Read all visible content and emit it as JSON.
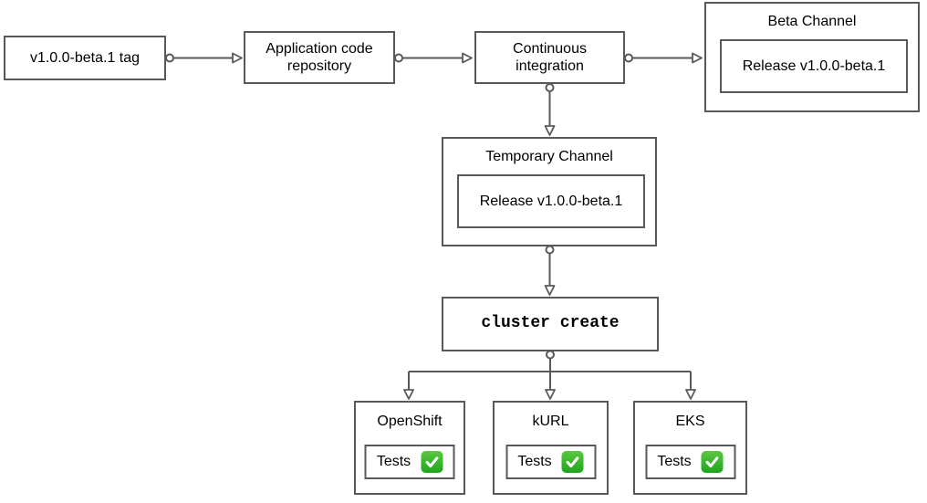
{
  "colors": {
    "stroke": "#595959",
    "text": "#000000",
    "background": "#ffffff",
    "check_green_top": "#5bc940",
    "check_green_bottom": "#1fa41f",
    "check_mark": "#ffffff"
  },
  "icons": {
    "status_check": "✅"
  },
  "nodes": {
    "tag": {
      "label": "v1.0.0-beta.1 tag"
    },
    "repo": {
      "label": "Application code repository"
    },
    "ci": {
      "label": "Continuous integration"
    },
    "beta_channel": {
      "title": "Beta Channel",
      "release_label": "Release v1.0.0-beta.1"
    },
    "temp_channel": {
      "title": "Temporary Channel",
      "release_label": "Release v1.0.0-beta.1"
    },
    "cluster_create": {
      "label": "cluster create"
    },
    "platforms": [
      {
        "title": "OpenShift",
        "tests_label": "Tests"
      },
      {
        "title": "kURL",
        "tests_label": "Tests"
      },
      {
        "title": "EKS",
        "tests_label": "Tests"
      }
    ]
  }
}
